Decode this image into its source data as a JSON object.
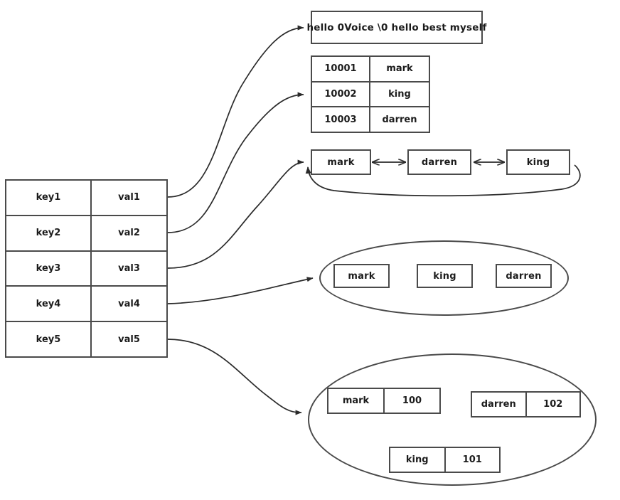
{
  "diagram": {
    "title": "Redis key to value data structure mapping",
    "background_color": "#ffffff",
    "stroke_color": "#4a4a4a",
    "text_color": "#1c1c1c"
  },
  "kv_table": {
    "name": "key-value-table",
    "column_headers": [],
    "rows": [
      {
        "key": "key1",
        "val": "val1"
      },
      {
        "key": "key2",
        "val": "val2"
      },
      {
        "key": "key3",
        "val": "val3"
      },
      {
        "key": "key4",
        "val": "val4"
      },
      {
        "key": "key5",
        "val": "val5"
      }
    ]
  },
  "string_value": {
    "name": "string-structure",
    "text": "hello 0Voice \\0 hello  best myself"
  },
  "hash_value": {
    "name": "hash-structure",
    "rows": [
      {
        "field": "10001",
        "value": "mark"
      },
      {
        "field": "10002",
        "value": "king"
      },
      {
        "field": "10003",
        "value": "darren"
      }
    ]
  },
  "list_value": {
    "name": "linked-list-structure",
    "nodes": [
      "mark",
      "darren",
      "king"
    ],
    "circular": true,
    "doubly_linked": true
  },
  "set_value": {
    "name": "set-structure",
    "members": [
      "mark",
      "king",
      "darren"
    ]
  },
  "zset_value": {
    "name": "sorted-set-structure",
    "entries": [
      {
        "member": "mark",
        "score": "100"
      },
      {
        "member": "darren",
        "score": "102"
      },
      {
        "member": "king",
        "score": "101"
      }
    ]
  },
  "connectors": {
    "name": "value-pointer-arrows",
    "count": 5,
    "from_rows": [
      "key1",
      "key2",
      "key3",
      "key4",
      "key5"
    ],
    "to_targets": [
      "string-structure",
      "hash-structure",
      "linked-list-structure",
      "set-structure",
      "sorted-set-structure"
    ]
  }
}
